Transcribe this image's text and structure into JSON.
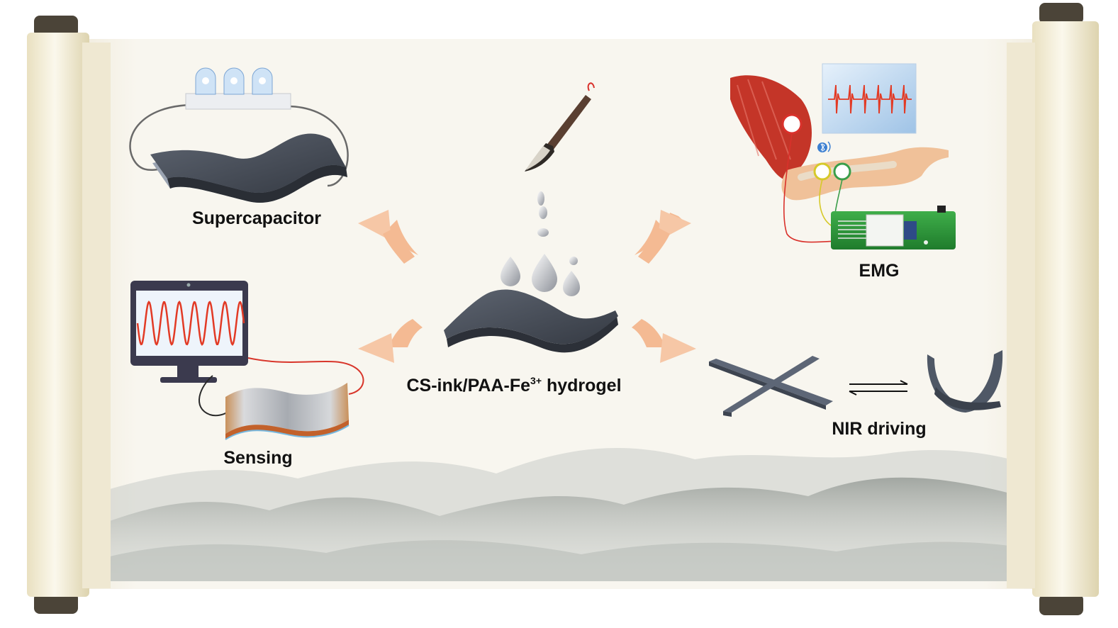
{
  "labels": {
    "supercapacitor": "Supercapacitor",
    "sensing": "Sensing",
    "center_main": "CS-ink/PAA-Fe",
    "center_sup": "3+",
    "center_tail": " hydrogel",
    "emg": "EMG",
    "nir": "NIR driving"
  },
  "colors": {
    "scroll_paper": "#f6f3ea",
    "scroll_rod": "#f2ecd4",
    "rod_cap": "#4b4438",
    "arrow": "#f4b48a",
    "hydrogel": "#4f5663",
    "signal_red": "#e23a25",
    "mountain": "#a8ada8"
  },
  "icons": [
    "light-bulb-icon",
    "brush-icon",
    "droplet-icon",
    "monitor-icon",
    "arm-icon",
    "bluetooth-icon",
    "circuit-board-icon",
    "arrow-icon"
  ]
}
